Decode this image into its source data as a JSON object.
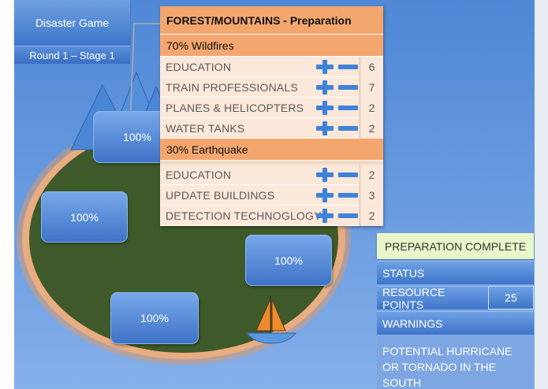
{
  "game": {
    "title": "Disaster Game",
    "round_stage": "Round 1 – Stage 1"
  },
  "regions": [
    {
      "id": "mountains",
      "value": "100%"
    },
    {
      "id": "west",
      "value": "100%"
    },
    {
      "id": "east",
      "value": "100%"
    },
    {
      "id": "south",
      "value": "100%"
    }
  ],
  "panel": {
    "title": "FOREST/MOUNTAINS - Preparation",
    "sections": [
      {
        "heading": "70% Wildfires",
        "items": [
          {
            "label": "EDUCATION",
            "value": "6"
          },
          {
            "label": "TRAIN PROFESSIONALS",
            "value": "7"
          },
          {
            "label": "PLANES & HELICOPTERS",
            "value": "2"
          },
          {
            "label": "WATER TANKS",
            "value": "2"
          }
        ]
      },
      {
        "heading": "30% Earthquake",
        "items": [
          {
            "label": "EDUCATION",
            "value": "2"
          },
          {
            "label": "UPDATE BUILDINGS",
            "value": "3"
          },
          {
            "label": "DETECTION TECHNOGLOGY",
            "value": "2"
          }
        ]
      }
    ]
  },
  "status_panel": {
    "complete_label": "PREPARATION COMPLETE",
    "status_label": "STATUS",
    "resource_label": "RESOURCE POINTS",
    "resource_value": "25",
    "warnings_label": "WARNINGS",
    "warning_text": "POTENTIAL HURRICANE OR TORNADO IN THE SOUTH"
  },
  "colors": {
    "sea": "#5b8fd9",
    "island_green": "#3e5a2a",
    "sand": "#e8a97a",
    "panel_header": "#f4a66f",
    "panel_row": "#fbe8da",
    "plus_blue": "#3f83d8",
    "complete_green": "#e8f6c9"
  },
  "icons": {
    "increase": "plus-icon",
    "decrease": "minus-icon",
    "mountains": "mountain-icon",
    "boat": "sailboat-icon"
  }
}
